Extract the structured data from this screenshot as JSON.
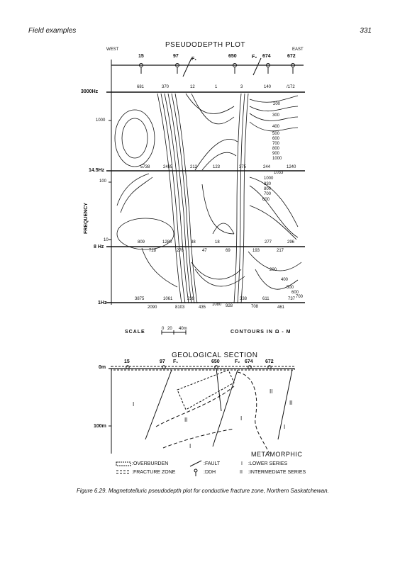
{
  "header": {
    "section": "Field examples",
    "page_number": "331"
  },
  "pseudo": {
    "title": "PSEUDODEPTH PLOT",
    "west": "WEST",
    "east": "EAST",
    "stations": [
      "15",
      "97",
      "F₁",
      "650",
      "F₂",
      "674",
      "672"
    ],
    "frequencies": [
      "3000Hz",
      "1000",
      "14.5Hz",
      "100",
      "10",
      "8 Hz",
      "1Hz"
    ],
    "ylabel": "FREQUENCY",
    "top_values": [
      "681",
      "370",
      "12",
      "1",
      "3",
      "140",
      "/172"
    ],
    "right_contours": [
      "200",
      "300",
      "400",
      "500",
      "600",
      "700",
      "800",
      "900",
      "1000",
      "1033",
      "1000",
      "830",
      "800",
      "700",
      "600",
      "200",
      "400",
      "500",
      "600",
      "700"
    ],
    "row145_values": [
      "5738",
      "2485",
      "212",
      "123",
      "375",
      "244",
      "1240"
    ],
    "row8_values": [
      "809",
      "1280",
      "38",
      "18",
      "277",
      "296",
      "728",
      "276",
      "47",
      "69",
      "193",
      "217"
    ],
    "row1_values": [
      "3875",
      "1061",
      "239",
      "338",
      "611",
      "737",
      "2090",
      "8103",
      "435",
      "1080",
      "928",
      "708",
      "461"
    ],
    "scale_label": "SCALE",
    "scale_ticks": [
      "0",
      "20",
      "40m"
    ],
    "contours_label": "CONTOURS IN Ω - M"
  },
  "geo": {
    "title": "GEOLOGICAL SECTION",
    "stations": [
      "15",
      "97",
      "F₁",
      "650",
      "F₂",
      "674",
      "672"
    ],
    "depth_0": "0m",
    "depth_100": "100m",
    "unit_I": "I",
    "unit_II": "II",
    "metamorphic": "METAMORPHIC",
    "legend": {
      "overburden": ":OVERBURDEN",
      "fracture": ":FRACTURE ZONE",
      "fault": ":FAULT",
      "ddh": ":DDH",
      "lower": ":LOWER SERIES",
      "intermediate": ":INTERMEDIATE SERIES",
      "lower_sym": "I",
      "inter_sym": "II"
    }
  },
  "caption": "Figure 6.29. Magnetotelluric pseudodepth plot for conductive fracture zone, Northern Saskatchewan."
}
